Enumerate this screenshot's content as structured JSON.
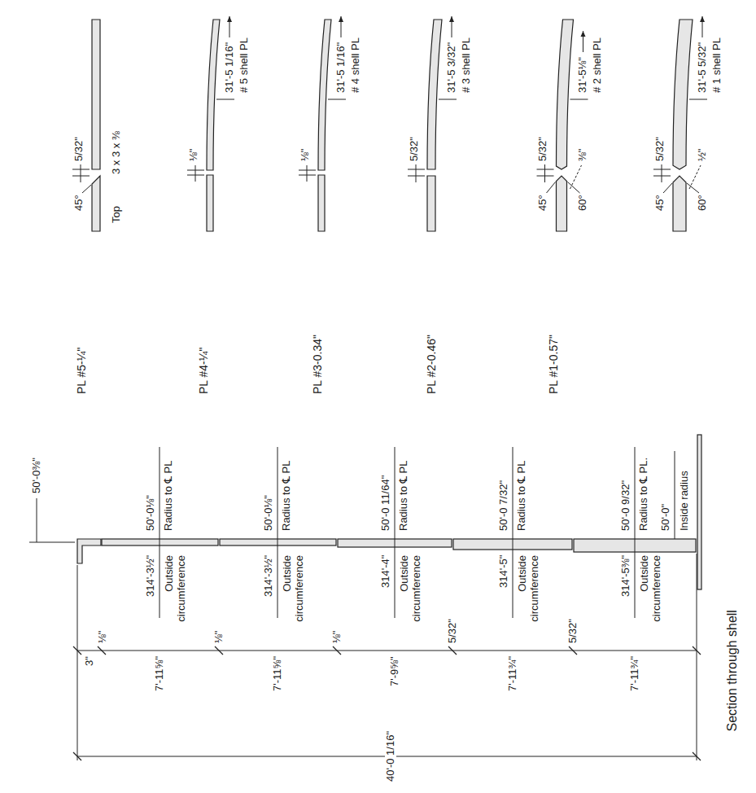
{
  "diagram": {
    "labels": [
      "50'-0⅜\"",
      "3\"",
      "7'-11⅝\"",
      "7'-11⅝\"",
      "7'-9⅝\"",
      "7'-11¾\"",
      "7'-11¾\"",
      "40'-0 1/16\"",
      "⅛\"",
      "⅛\"",
      "⅛\"",
      "5/32\"",
      "5/32\"",
      "314'-3½\"",
      "Outside circumference",
      "50'-0⅛\"",
      "Radius to ℄ PL",
      "314'-3½\"",
      "Outside circumference",
      "50'-0⅛\"",
      "Radius to ℄ PL",
      "314'-4\"",
      "Outside circumference",
      "50'-0 11/64\"",
      "Radius to ℄ PL",
      "314'-5\"",
      "Outside circumference",
      "50'-0 7/32\"",
      "Radius to ℄ PL",
      "314'-5⅜\"",
      "Outside circumference",
      "50'-0 9/32\"",
      "Radius to ℄ PL.",
      "50'-0\"",
      "Inside radius",
      "Section through shell",
      "PL #5-¼\"",
      "PL #4-¼\"",
      "PL #3-0.34\"",
      "PL #2-0.46\"",
      "PL #1-0.57\"",
      "5/32\"",
      "45°",
      "Top",
      "3 x 3 x ⅜",
      "⅛\"",
      "31'-5 1/16\"",
      "# 5 shell PL",
      "⅛\"",
      "31'-5 1/16\"",
      "# 4 shell PL",
      "5/32\"",
      "31'-5 3/32\"",
      "# 3 shell PL",
      "5/32\"",
      "45°",
      "60°",
      "⅜\"",
      "31'-5⅛\"",
      "# 2 shell PL",
      "5/32\"",
      "45°",
      "60°",
      "½\"",
      "31'-5 5/32\"",
      "# 1 shell PL"
    ]
  }
}
